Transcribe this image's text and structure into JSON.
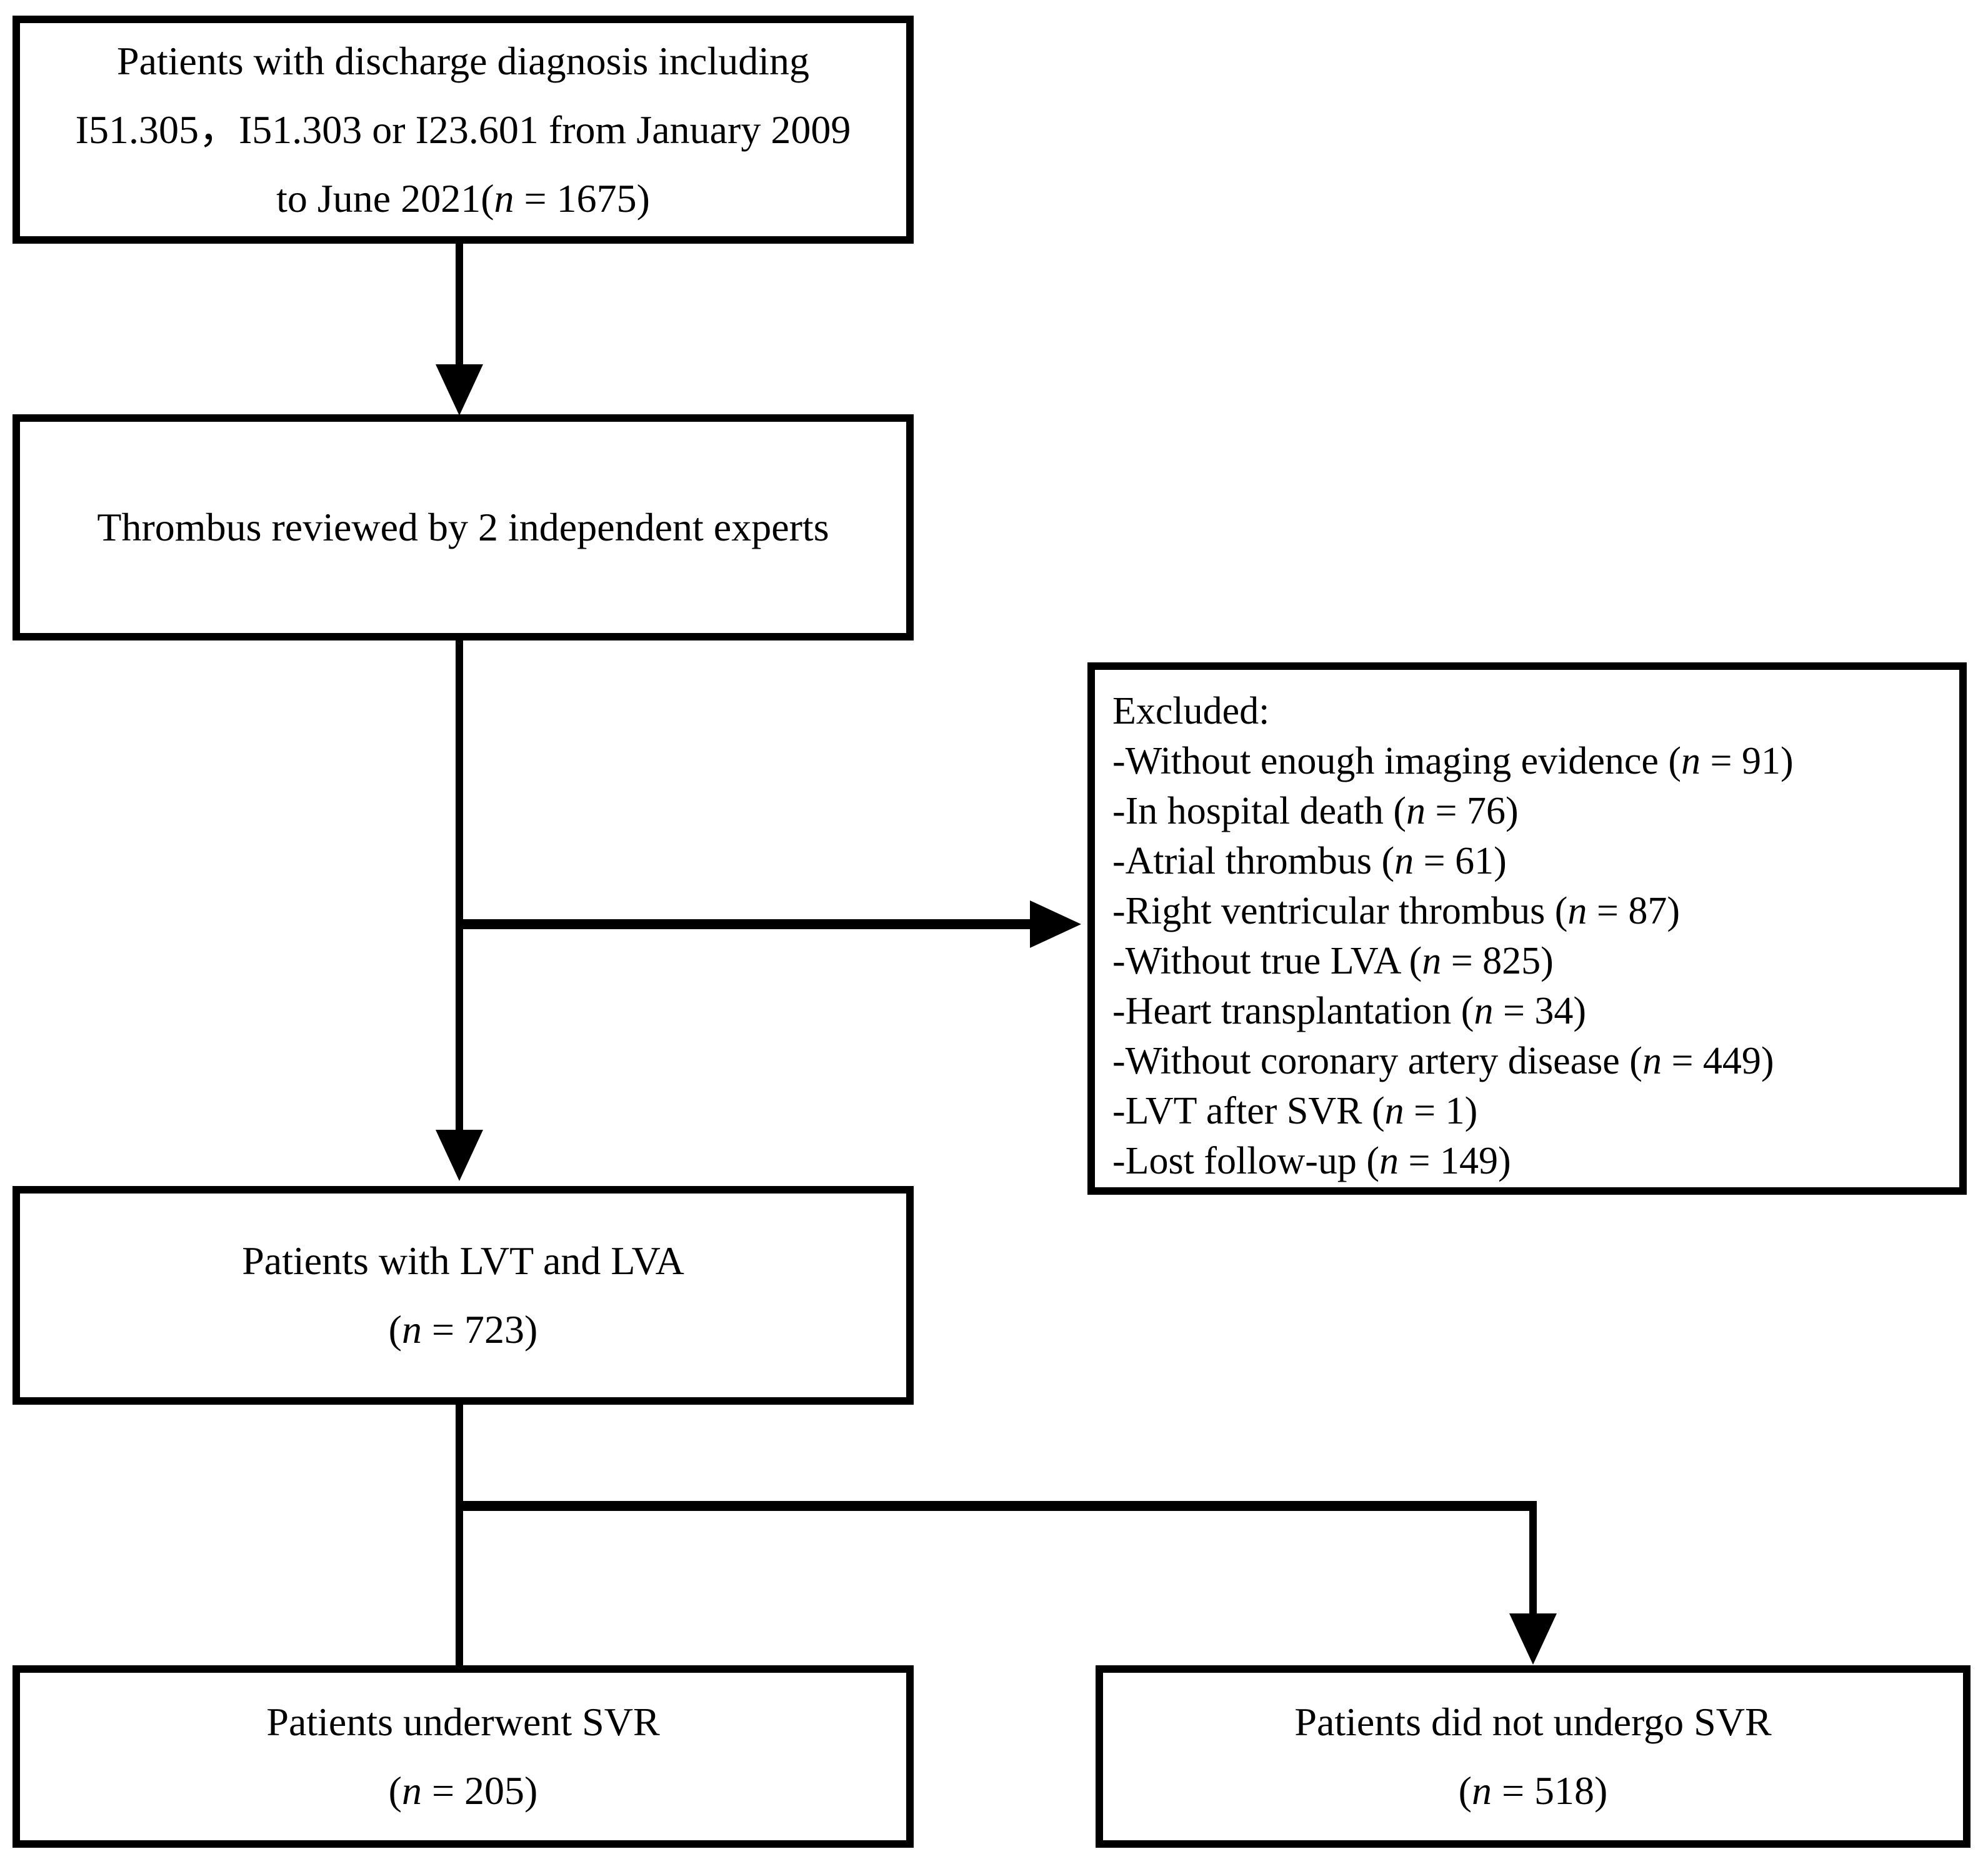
{
  "diagram": {
    "background_color": "#ffffff",
    "line_color": "#000000",
    "text_color": "#000000",
    "boxes": {
      "initial": {
        "line1": "Patients with discharge diagnosis including",
        "line2": "I51.305，I51.303 or I23.601 from January 2009",
        "line3": "to June 2021(n = 1675)"
      },
      "review": {
        "line1": "Thrombus reviewed by 2 independent experts"
      },
      "excluded": {
        "title": "Excluded:",
        "items": [
          "-Without enough imaging evidence (n = 91)",
          "-In hospital death (n = 76)",
          "-Atrial thrombus (n = 61)",
          "-Right ventricular thrombus (n = 87)",
          "-Without true LVA (n = 825)",
          "-Heart transplantation (n = 34)",
          "-Without coronary artery disease (n = 449)",
          "-LVT after SVR (n = 1)",
          "-Lost follow-up (n = 149)"
        ]
      },
      "lvt_lva": {
        "line1": "Patients with LVT and LVA",
        "line2": "(n = 723)"
      },
      "svr": {
        "line1": "Patients underwent SVR",
        "line2": "(n = 205)"
      },
      "no_svr": {
        "line1": "Patients did not undergo SVR",
        "line2": "(n = 518)"
      }
    }
  }
}
